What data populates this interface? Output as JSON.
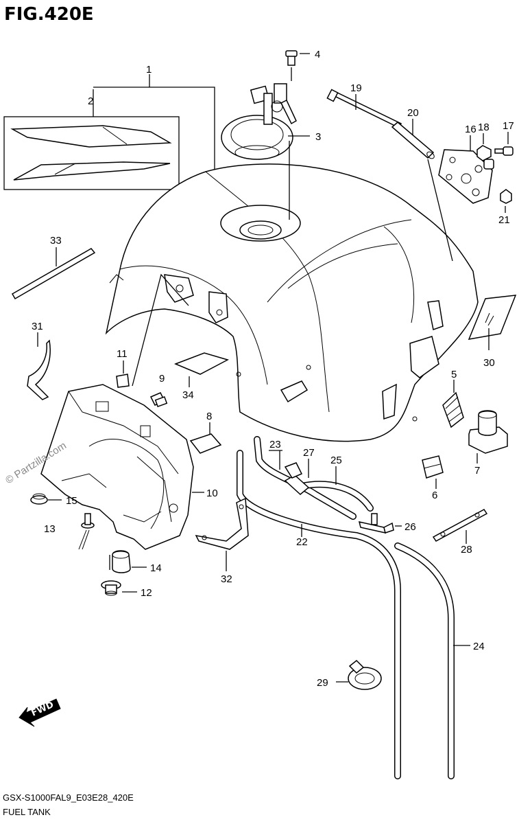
{
  "header": {
    "title": "FIG.420E"
  },
  "footer": {
    "code": "GSX-S1000FAL9_E03E28_420E",
    "name": "FUEL TANK"
  },
  "watermark": {
    "text": "© Partzilla.com"
  },
  "fwd": {
    "label": "FWD"
  },
  "callouts": {
    "p1": "1",
    "p2": "2",
    "p3": "3",
    "p4": "4",
    "p5": "5",
    "p6": "6",
    "p7": "7",
    "p8": "8",
    "p9": "9",
    "p10": "10",
    "p11": "11",
    "p12": "12",
    "p13": "13",
    "p14": "14",
    "p15": "15",
    "p16": "16",
    "p17": "17",
    "p18": "18",
    "p19": "19",
    "p20": "20",
    "p21": "21",
    "p22": "22",
    "p23": "23",
    "p24": "24",
    "p25": "25",
    "p26": "26",
    "p27": "27",
    "p28": "28",
    "p29": "29",
    "p30": "30",
    "p31": "31",
    "p32": "32",
    "p33": "33",
    "p34": "34"
  }
}
